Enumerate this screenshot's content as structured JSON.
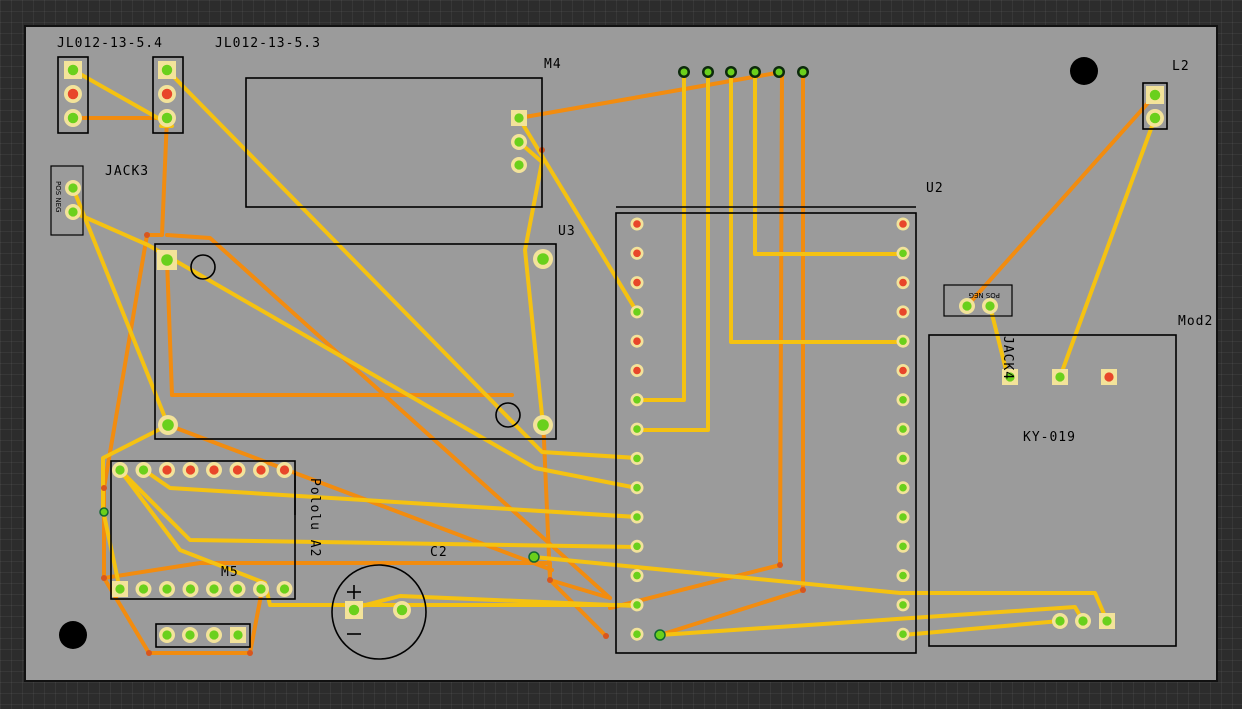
{
  "colors": {
    "board": "#9b9b9b",
    "background": "#2c2c2c",
    "trace_top": "#f5c211",
    "trace_bottom": "#f28c0f",
    "pad_green": "#6ad01c",
    "pad_red": "#e8462a"
  },
  "labels": {
    "jack5_4": "JL012-13-5.4",
    "jack5_3": "JL012-13-5.3",
    "m4": "M4",
    "l2": "L2",
    "jack3": "JACK3",
    "u2": "U2",
    "u3": "U3",
    "mod2": "Mod2",
    "jack4": "JACK4",
    "ky019": "KY-019",
    "pololu": "Pololu A2",
    "m5": "M5",
    "c2": "C2"
  },
  "jack_silk": {
    "left": "POS NEG",
    "right": "POS NEG"
  },
  "icons": [
    "mounting-hole-icon",
    "capacitor-polarity-icon"
  ]
}
